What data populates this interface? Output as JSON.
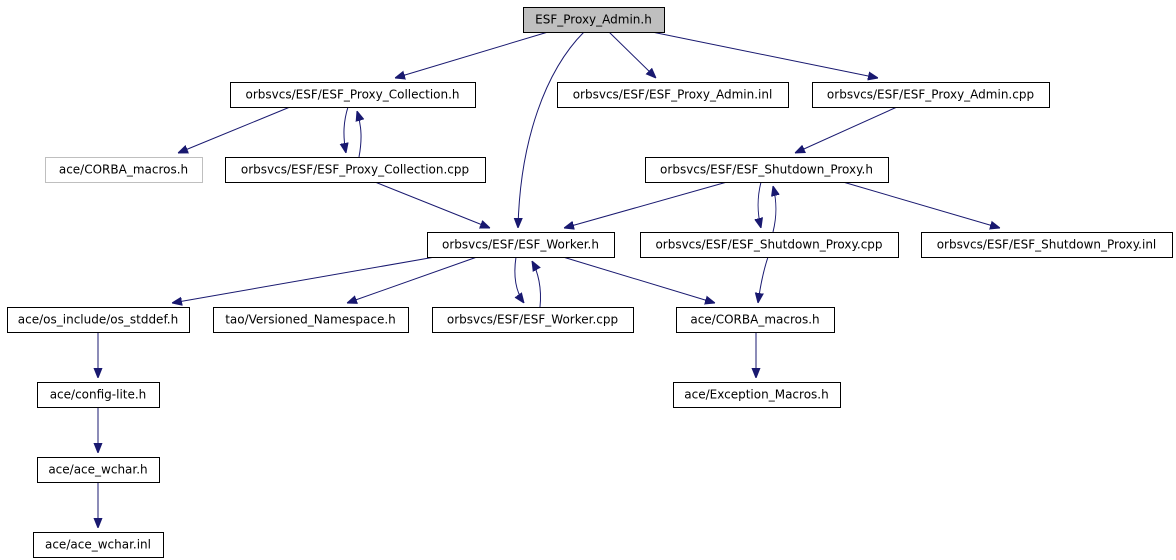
{
  "diagram": {
    "type": "include-dependency-graph",
    "colors": {
      "edge": "#191970",
      "current_fill": "#bfbfbf",
      "external_border": "#bfbfbf"
    },
    "nodes": [
      {
        "id": "n_admin_h",
        "label": "ESF_Proxy_Admin.h",
        "style": "current"
      },
      {
        "id": "n_collection_h",
        "label": "orbsvcs/ESF/ESF_Proxy_Collection.h"
      },
      {
        "id": "n_admin_inl",
        "label": "orbsvcs/ESF/ESF_Proxy_Admin.inl"
      },
      {
        "id": "n_admin_cpp",
        "label": "orbsvcs/ESF/ESF_Proxy_Admin.cpp"
      },
      {
        "id": "n_corba_ext",
        "label": "ace/CORBA_macros.h",
        "style": "external"
      },
      {
        "id": "n_collection_cpp",
        "label": "orbsvcs/ESF/ESF_Proxy_Collection.cpp"
      },
      {
        "id": "n_shutdown_h",
        "label": "orbsvcs/ESF/ESF_Shutdown_Proxy.h"
      },
      {
        "id": "n_worker_h",
        "label": "orbsvcs/ESF/ESF_Worker.h"
      },
      {
        "id": "n_shutdown_cpp",
        "label": "orbsvcs/ESF/ESF_Shutdown_Proxy.cpp"
      },
      {
        "id": "n_shutdown_inl",
        "label": "orbsvcs/ESF/ESF_Shutdown_Proxy.inl"
      },
      {
        "id": "n_os_stddef",
        "label": "ace/os_include/os_stddef.h"
      },
      {
        "id": "n_versioned",
        "label": "tao/Versioned_Namespace.h"
      },
      {
        "id": "n_worker_cpp",
        "label": "orbsvcs/ESF/ESF_Worker.cpp"
      },
      {
        "id": "n_corba",
        "label": "ace/CORBA_macros.h"
      },
      {
        "id": "n_config_lite",
        "label": "ace/config-lite.h"
      },
      {
        "id": "n_exception",
        "label": "ace/Exception_Macros.h"
      },
      {
        "id": "n_wchar_h",
        "label": "ace/ace_wchar.h"
      },
      {
        "id": "n_wchar_inl",
        "label": "ace/ace_wchar.inl"
      }
    ],
    "edges": [
      {
        "from": "n_admin_h",
        "to": "n_collection_h"
      },
      {
        "from": "n_admin_h",
        "to": "n_worker_h"
      },
      {
        "from": "n_admin_h",
        "to": "n_admin_inl"
      },
      {
        "from": "n_admin_h",
        "to": "n_admin_cpp"
      },
      {
        "from": "n_collection_h",
        "to": "n_corba_ext"
      },
      {
        "from": "n_collection_h",
        "to": "n_collection_cpp"
      },
      {
        "from": "n_collection_cpp",
        "to": "n_collection_h"
      },
      {
        "from": "n_collection_cpp",
        "to": "n_worker_h"
      },
      {
        "from": "n_admin_cpp",
        "to": "n_shutdown_h"
      },
      {
        "from": "n_shutdown_h",
        "to": "n_worker_h"
      },
      {
        "from": "n_shutdown_h",
        "to": "n_shutdown_cpp"
      },
      {
        "from": "n_shutdown_cpp",
        "to": "n_shutdown_h"
      },
      {
        "from": "n_shutdown_h",
        "to": "n_shutdown_inl"
      },
      {
        "from": "n_shutdown_cpp",
        "to": "n_corba"
      },
      {
        "from": "n_worker_h",
        "to": "n_os_stddef"
      },
      {
        "from": "n_worker_h",
        "to": "n_versioned"
      },
      {
        "from": "n_worker_h",
        "to": "n_worker_cpp"
      },
      {
        "from": "n_worker_cpp",
        "to": "n_worker_h"
      },
      {
        "from": "n_worker_h",
        "to": "n_corba"
      },
      {
        "from": "n_os_stddef",
        "to": "n_config_lite"
      },
      {
        "from": "n_config_lite",
        "to": "n_wchar_h"
      },
      {
        "from": "n_wchar_h",
        "to": "n_wchar_inl"
      },
      {
        "from": "n_corba",
        "to": "n_exception"
      }
    ]
  }
}
